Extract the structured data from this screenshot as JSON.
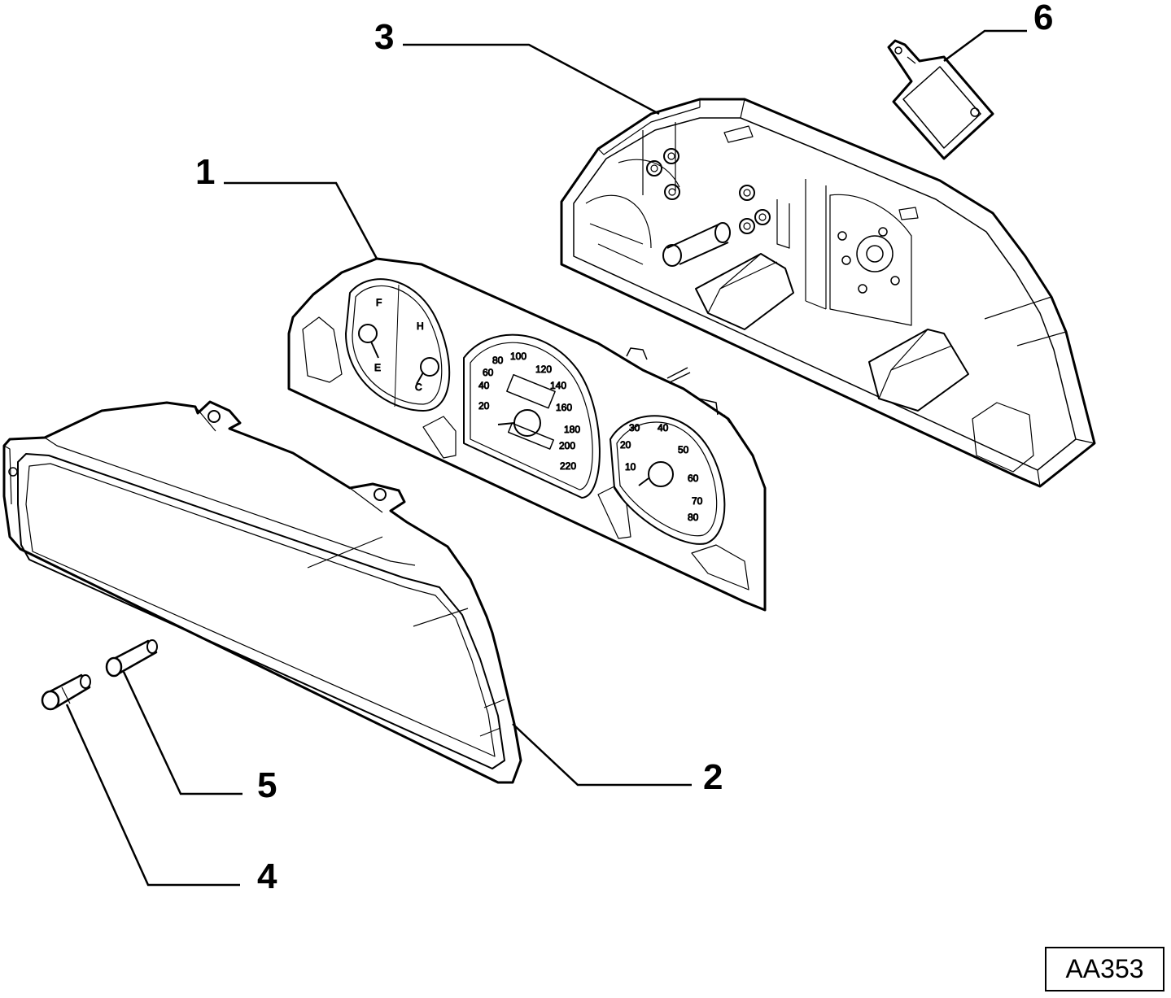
{
  "callouts": {
    "c1": "1",
    "c2": "2",
    "c3": "3",
    "c4": "4",
    "c5": "5",
    "c6": "6"
  },
  "fuel_gauge": {
    "full": "F",
    "empty": "E"
  },
  "temp_gauge": {
    "hot": "H",
    "cold": "C"
  },
  "speedometer": [
    "20",
    "40",
    "60",
    "80",
    "100",
    "120",
    "140",
    "160",
    "180",
    "200",
    "220"
  ],
  "tachometer": [
    "10",
    "20",
    "30",
    "40",
    "50",
    "60",
    "70",
    "80"
  ],
  "figure_code": "AA353"
}
